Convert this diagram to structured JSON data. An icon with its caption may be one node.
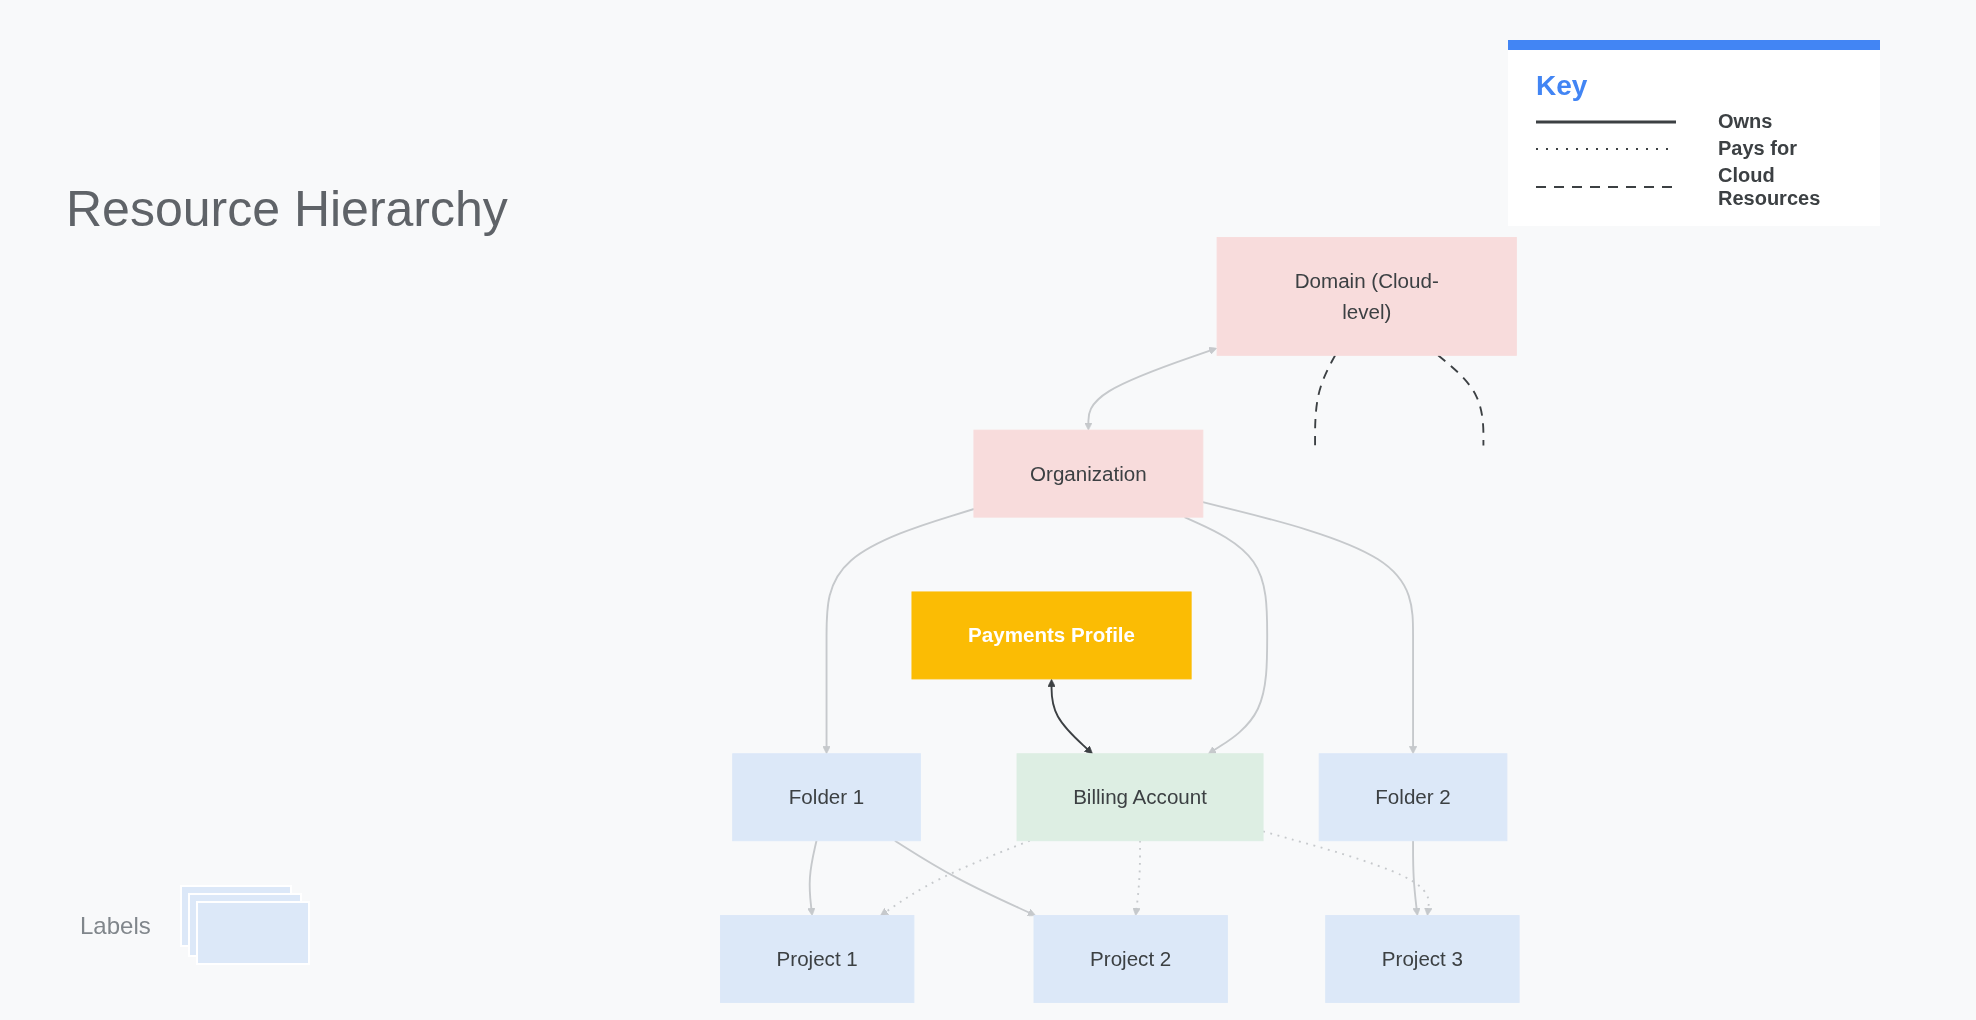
{
  "diagram": {
    "title": "Resource Hierarchy",
    "nodes": [
      {
        "text": [
          "Domain (Cloud-level)"
        ]
      },
      {
        "text": [
          "Organization"
        ]
      },
      {
        "text": [
          "Payments Profile"
        ]
      },
      {
        "text": [
          "Billing Account"
        ]
      },
      {
        "text": [
          "Folder 1"
        ]
      },
      {
        "text": [
          "Folder 2"
        ]
      },
      {
        "text": [
          "Project 1"
        ]
      },
      {
        "text": [
          "Project 2"
        ]
      },
      {
        "text": [
          "Project 3"
        ]
      }
    ],
    "edges": [
      {
        "from": 0,
        "to": 1,
        "arrow": "both"
      },
      {
        "from": 1,
        "to": 3,
        "arrow": "to"
      },
      {
        "from": 1,
        "to": 4,
        "arrow": "to"
      },
      {
        "from": 1,
        "to": 5,
        "arrow": "to"
      },
      {
        "from": 2,
        "to": 3,
        "arrow": "both",
        "color": "#3c4043"
      },
      {
        "from": 3,
        "to": 6,
        "arrow": "to",
        "style": "dashed"
      },
      {
        "from": 3,
        "to": 7,
        "arrow": "to",
        "style": "dashed"
      },
      {
        "from": 3,
        "to": 8,
        "arrow": "to",
        "style": "dashed"
      },
      {
        "from": 4,
        "to": 6,
        "arrow": "to"
      },
      {
        "from": 4,
        "to": 7,
        "arrow": "to"
      },
      {
        "from": 5,
        "to": 8,
        "arrow": "to"
      },
      {
        "from": 0,
        "to": null,
        "arrow": "none",
        "style": "dashed",
        "color": "#3c4043"
      },
      {
        "from": 0,
        "to": null,
        "arrow": "none",
        "style": "dashed",
        "color": "#3c4043"
      }
    ],
    "labels": [
      "Labels",
      "Key"
    ],
    "legend": [
      {
        "text": "Owns"
      },
      {
        "text": "Pays for"
      },
      {
        "text": "Cloud Resources"
      }
    ]
  }
}
